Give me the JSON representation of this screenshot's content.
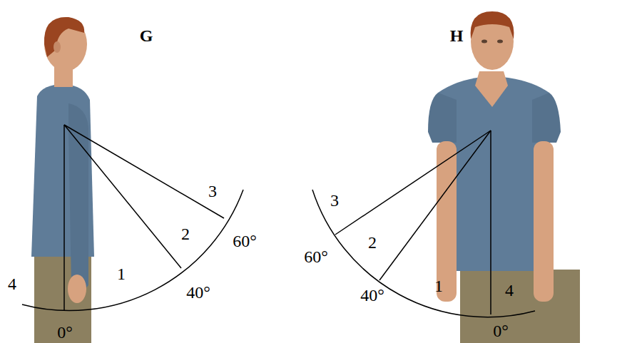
{
  "diagram": {
    "labels": [
      "G",
      "3",
      "60°",
      "2",
      "1",
      "40°",
      "4",
      "0°",
      "H",
      "3",
      "2",
      "60°",
      "40°",
      "1",
      "4",
      "0°"
    ]
  }
}
